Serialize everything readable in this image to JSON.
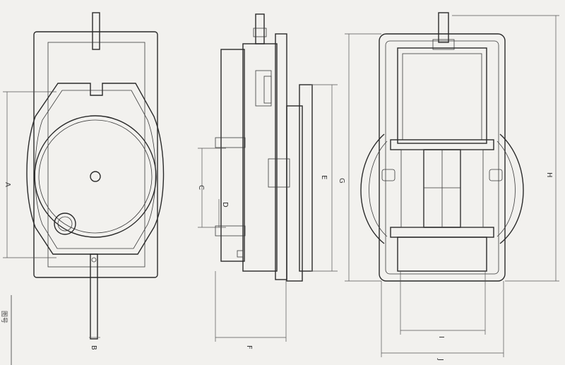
{
  "labels": {
    "A": "A",
    "B": "B",
    "C": "C",
    "D": "D",
    "E": "E",
    "F": "F",
    "G": "G",
    "H": "H",
    "I": "I",
    "J": "J"
  },
  "side_note": "图号"
}
